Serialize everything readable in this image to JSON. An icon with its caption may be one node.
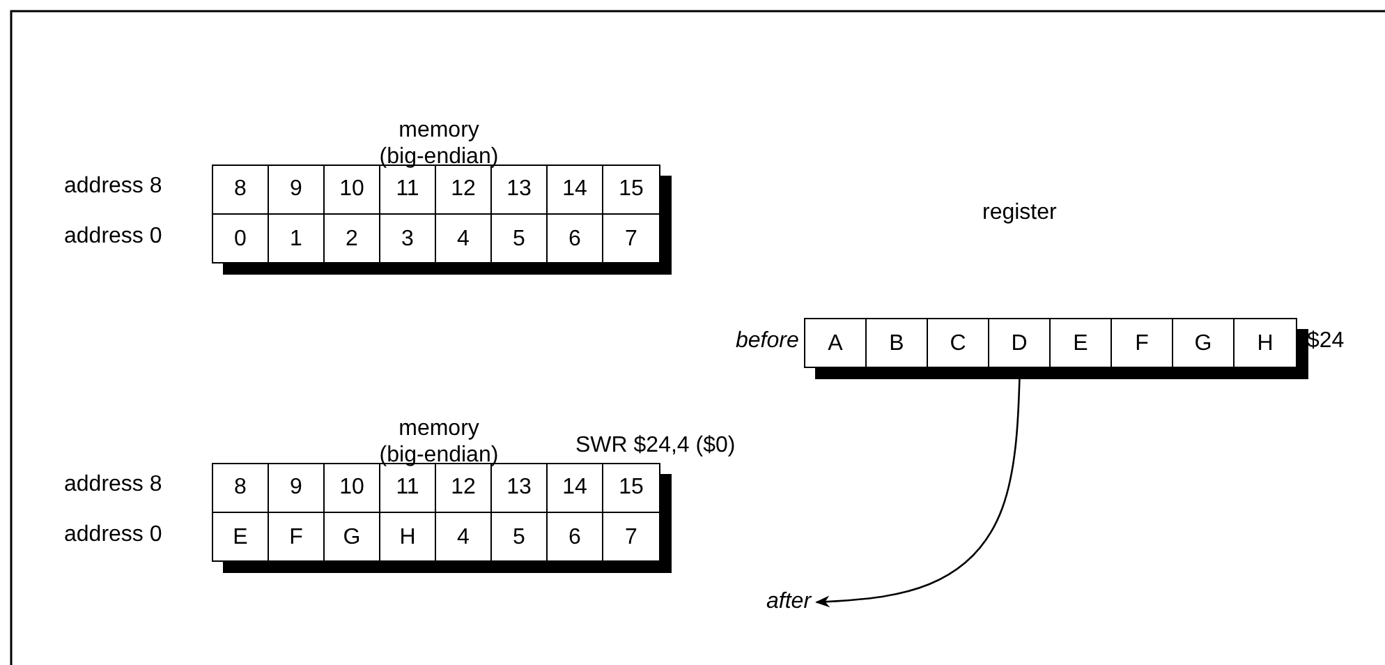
{
  "diagram": {
    "nodes": [
      {
        "text": [],
        "shape": "box"
      },
      {
        "text": [
          "8"
        ],
        "in": 0
      },
      {
        "text": [
          "9"
        ],
        "in": 0
      },
      {
        "text": [
          "10"
        ],
        "in": 0
      },
      {
        "text": [
          "11"
        ],
        "in": 0
      },
      {
        "text": [
          "12"
        ],
        "in": 0
      },
      {
        "text": [
          "13"
        ],
        "in": 0
      },
      {
        "text": [
          "14"
        ],
        "in": 0
      },
      {
        "text": [
          "15"
        ],
        "in": 0
      },
      {
        "text": [
          "0"
        ],
        "in": 0
      },
      {
        "text": [
          "1"
        ],
        "in": 0
      },
      {
        "text": [
          "2"
        ],
        "in": 0
      },
      {
        "text": [
          "3"
        ],
        "in": 0
      },
      {
        "text": [
          "4"
        ],
        "in": 0
      },
      {
        "text": [
          "5"
        ],
        "in": 0
      },
      {
        "text": [
          "6"
        ],
        "in": 0
      },
      {
        "text": [
          "7"
        ],
        "in": 0
      },
      {
        "text": [],
        "shape": "box"
      },
      {
        "text": [
          "A"
        ],
        "in": 17
      },
      {
        "text": [
          "B"
        ],
        "in": 17
      },
      {
        "text": [
          "C"
        ],
        "in": 17
      },
      {
        "text": [
          "D"
        ],
        "in": 17
      },
      {
        "text": [
          "E"
        ],
        "in": 17
      },
      {
        "text": [
          "F"
        ],
        "in": 17
      },
      {
        "text": [
          "G"
        ],
        "in": 17
      },
      {
        "text": [
          "H"
        ],
        "in": 17
      },
      {
        "text": [],
        "shape": "box"
      },
      {
        "text": [
          "8"
        ],
        "in": 26
      },
      {
        "text": [
          "9"
        ],
        "in": 26
      },
      {
        "text": [
          "10"
        ],
        "in": 26
      },
      {
        "text": [
          "11"
        ],
        "in": 26
      },
      {
        "text": [
          "12"
        ],
        "in": 26
      },
      {
        "text": [
          "13"
        ],
        "in": 26
      },
      {
        "text": [
          "14"
        ],
        "in": 26
      },
      {
        "text": [
          "15"
        ],
        "in": 26
      },
      {
        "text": [
          "E"
        ],
        "in": 26
      },
      {
        "text": [
          "F"
        ],
        "in": 26
      },
      {
        "text": [
          "G"
        ],
        "in": 26
      },
      {
        "text": [
          "H"
        ],
        "in": 26
      },
      {
        "text": [
          "4"
        ],
        "in": 26
      },
      {
        "text": [
          "5"
        ],
        "in": 26
      },
      {
        "text": [
          "6"
        ],
        "in": 26
      },
      {
        "text": [
          "7"
        ],
        "in": 26
      },
      {
        "text": [
          "after"
        ]
      }
    ],
    "edges": [
      {
        "from": 21,
        "to": 43,
        "arrow": "to"
      }
    ],
    "labels": [
      "memory (big-endian)",
      "register",
      "address 8",
      "address 0",
      "before",
      "$24",
      "memory (big-endian)",
      "SWR $24,4 ($0)",
      "address 8",
      "address 0"
    ]
  }
}
